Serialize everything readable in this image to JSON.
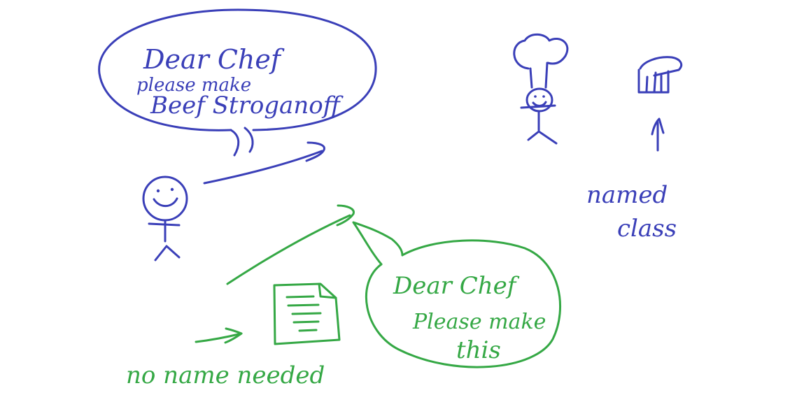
{
  "colors": {
    "blue_ink": "#3a3fb8",
    "green_ink": "#35a845",
    "background": "#ffffff"
  },
  "blue_bubble": {
    "line1": "Dear Chef",
    "line2": "please make",
    "line3": "Beef Stroganoff"
  },
  "green_bubble": {
    "line1": "Dear Chef",
    "line2": "Please make",
    "line3": "this"
  },
  "named_class_note": {
    "line1": "named",
    "line2": "class"
  },
  "no_name_note": "no name needed",
  "icons": [
    "customer-stick-figure-icon",
    "chef-stick-figure-icon",
    "chef-hat-class-icon",
    "recipe-document-icon"
  ]
}
